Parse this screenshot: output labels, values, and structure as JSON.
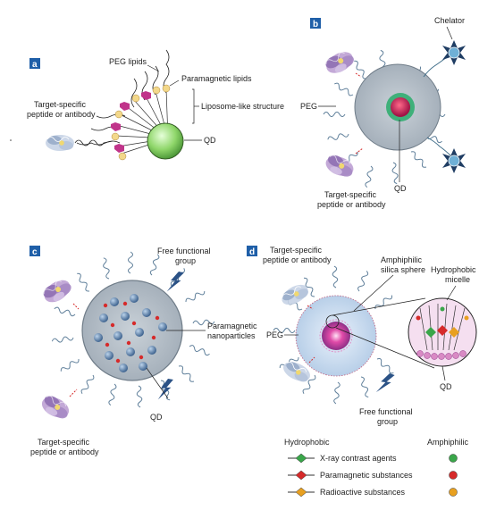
{
  "panel_a": {
    "letter": "a",
    "peg_lipids": "PEG lipids",
    "paramagnetic_lipids": "Paramagnetic lipids",
    "liposome_like": "Liposome-like structure",
    "target_line1": "Target-specific",
    "target_line2": "peptide or antibody",
    "qd": "QD"
  },
  "panel_b": {
    "letter": "b",
    "chelator": "Chelator",
    "peg": "PEG",
    "target_line1": "Target-specific",
    "target_line2": "peptide or antibody",
    "qd": "QD"
  },
  "panel_c": {
    "letter": "c",
    "free_line1": "Free functional",
    "free_line2": "group",
    "para_line1": "Paramagnetic",
    "para_line2": "nanoparticles",
    "qd": "QD",
    "target_line1": "Target-specific",
    "target_line2": "peptide or antibody"
  },
  "panel_d": {
    "letter": "d",
    "target_line1": "Target-specific",
    "target_line2": "peptide or antibody",
    "amph_line1": "Amphiphilic",
    "amph_line2": "silica sphere",
    "hydro_line1": "Hydrophobic",
    "hydro_line2": "micelle",
    "peg": "PEG",
    "qd": "QD",
    "free_line1": "Free functional",
    "free_line2": "group"
  },
  "legend": {
    "hydrophobic": "Hydrophobic",
    "amphiphilic": "Amphiphilic",
    "items": [
      {
        "label": "X-ray contrast agents",
        "color": "#3aa64a"
      },
      {
        "label": "Paramagnetic substances",
        "color": "#d62a2a"
      },
      {
        "label": "Radioactive substances",
        "color": "#e8a020"
      }
    ]
  },
  "colors": {
    "panel_letter_bg": "#1f5fa8",
    "qd_green": "#7ccf5a",
    "core_gray": "#a9b3bd",
    "peg_blue": "#5f7f9a",
    "antibody_purple": "#9a7ab8",
    "lipid_yellow": "#f3d88a",
    "lipid_pink": "#c0348a",
    "red_dot": "#d62a2a",
    "blue_np": "#5a7fa8"
  }
}
